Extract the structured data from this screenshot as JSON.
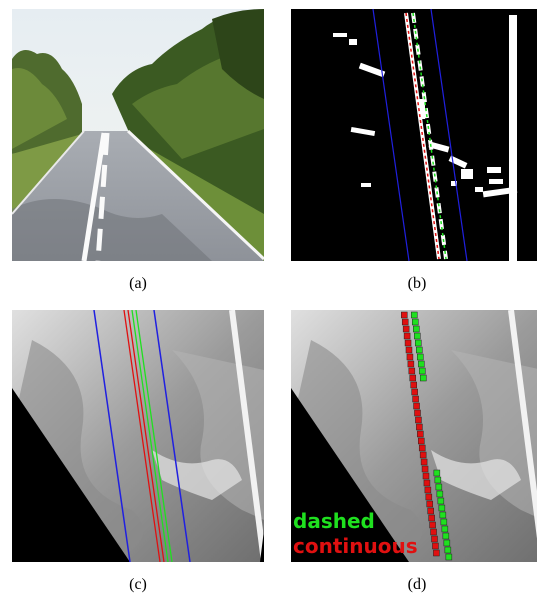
{
  "figure": {
    "panels": [
      {
        "id": "a",
        "caption": "(a)"
      },
      {
        "id": "b",
        "caption": "(b)"
      },
      {
        "id": "c",
        "caption": "(c)"
      },
      {
        "id": "d",
        "caption": "(d)"
      }
    ],
    "legend": {
      "dashed": "dashed",
      "continuous": "continuous"
    },
    "colors": {
      "dashed": "#1fe01f",
      "continuous": "#e01010",
      "boundary": "#2020e0",
      "mask": "#ffffff",
      "background": "#000000"
    }
  }
}
